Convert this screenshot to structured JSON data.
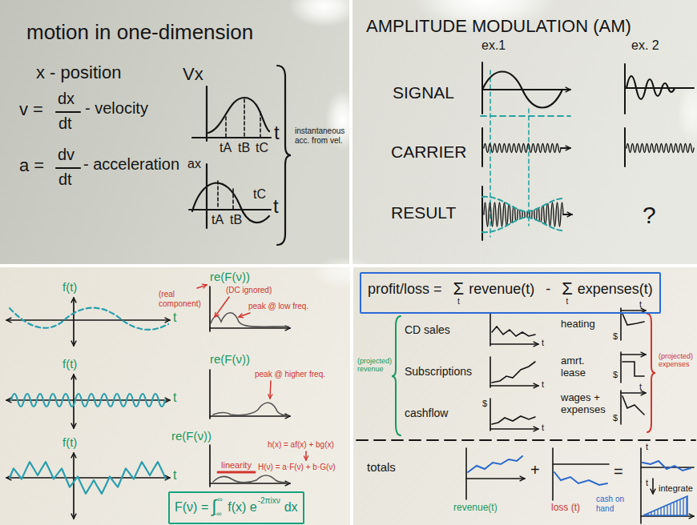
{
  "diagram": {
    "nodes": [
      {
        "text": [
          "F(ν) =",
          "∫",
          "∞",
          "-∞",
          "f(x) e",
          "-2πixν",
          "dx"
        ]
      },
      {
        "text": [
          "profit/loss =",
          "Σ",
          "t",
          "revenue(t)",
          "-",
          "Σ",
          "t",
          "expenses(t)"
        ]
      }
    ],
    "labels": [
      "motion in one-dimension",
      "x - position",
      "v =",
      "dx",
      "dt",
      "- velocity",
      "a =",
      "dv",
      "dt",
      "- acceleration",
      "Vx",
      "tA",
      "tB",
      "tC",
      "t",
      "ax",
      "tA",
      "tB",
      "tC",
      "t",
      "instantaneous acc. from vel.",
      "AMPLITUDE MODULATION (AM)",
      "ex.1",
      "ex. 2",
      "SIGNAL",
      "CARRIER",
      "RESULT",
      "?",
      "f(t)",
      "t",
      "f(t)",
      "t",
      "f(t)",
      "t",
      "re(F(ν))",
      "(real component)",
      "(DC ignored)",
      "peak @ low freq.",
      "re(F(ν))",
      "peak @ higher freq.",
      "re(F(ν))",
      "linearity",
      "h(x) = af(x) + bg(x)",
      "H(ν) = a·F(ν) + b·G(ν)",
      "(projected) revenue",
      "CD sales",
      "Subscriptions",
      "cashflow",
      "t",
      "t",
      "$",
      "t",
      "heating",
      "amrt. lease",
      "wages + expenses",
      "t",
      "$",
      "$",
      "t",
      "$",
      "(projected) expenses",
      "totals",
      "revenue(t)",
      "+",
      "loss (t)",
      "=",
      "t",
      "integrate",
      "t",
      "cash on hand"
    ]
  }
}
